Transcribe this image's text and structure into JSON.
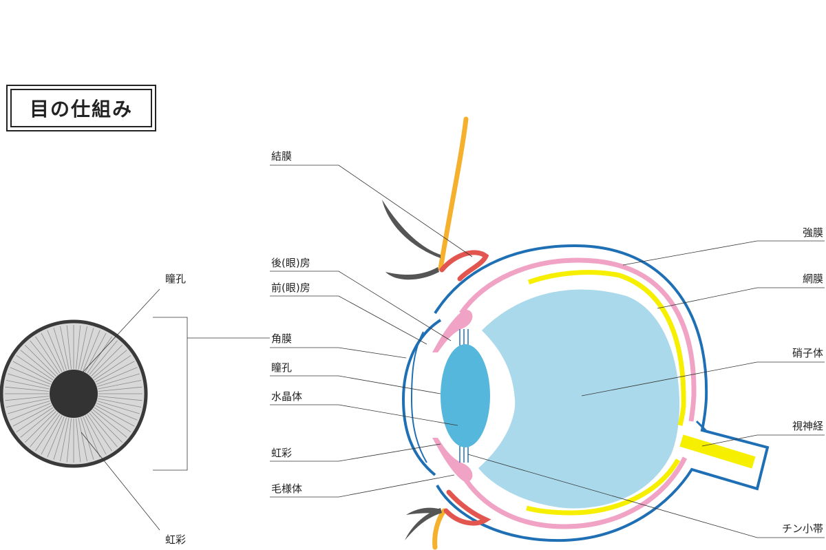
{
  "title": "目の仕組み",
  "front_view": {
    "pupil_label": "瞳孔",
    "iris_label": "虹彩"
  },
  "labels_left": [
    "結膜",
    "後(眼)房",
    "前(眼)房",
    "角膜",
    "瞳孔",
    "水晶体",
    "虹彩",
    "毛様体"
  ],
  "labels_right": [
    "強膜",
    "網膜",
    "硝子体",
    "視神経",
    "チン小帯"
  ],
  "colors": {
    "sclera": "#1f6fb5",
    "retina": "#f7ef00",
    "choroid_pink": "#f0a3c4",
    "vitreous": "#a9d9ea",
    "lens": "#56b7dc",
    "eyelid_red": "#e2564f",
    "eyelid_orange": "#f5b02e",
    "lash": "#555555",
    "iris_gray": "#d8d8d8",
    "pupil_dark": "#333333"
  }
}
